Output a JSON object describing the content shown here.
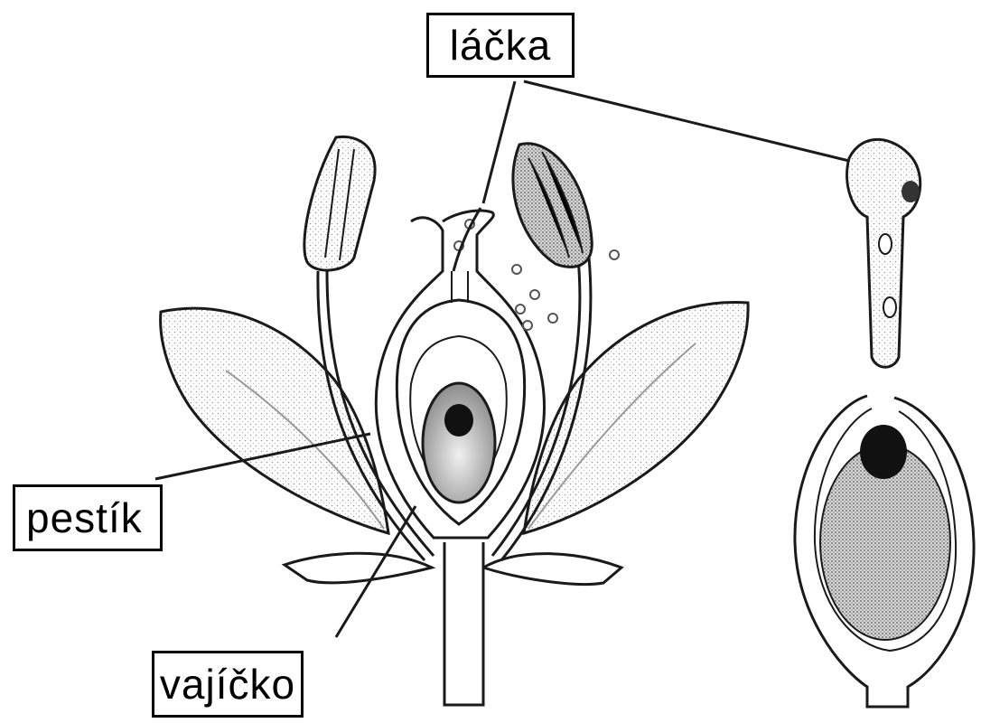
{
  "labels": {
    "stigma": "láčka",
    "pistil": "pestík",
    "ovule": "vajíčko"
  },
  "colors": {
    "line": "#1a1a1a",
    "shade": "#9a9a9a",
    "dark": "#111111",
    "background": "#ffffff"
  }
}
